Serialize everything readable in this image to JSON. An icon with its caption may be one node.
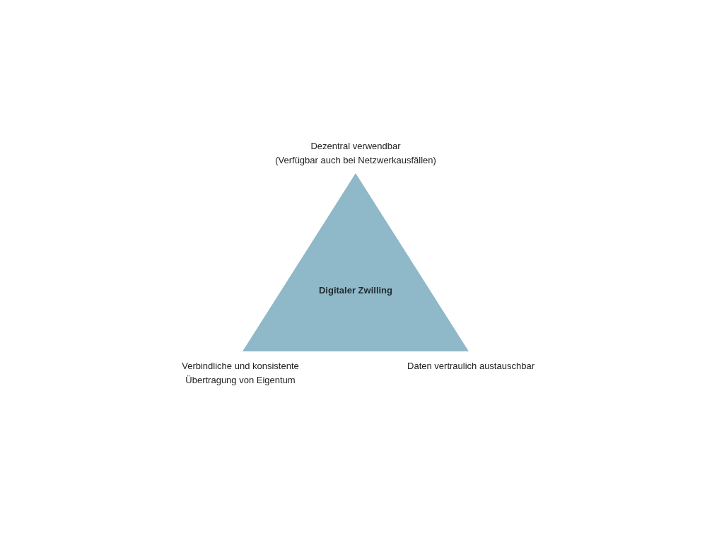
{
  "diagram": {
    "nodes": [
      {
        "text": [
          "Digitaler Zwilling"
        ]
      }
    ],
    "labels": [
      "Dezentral verwendbar",
      "(Verfügbar auch bei Netzwerkausfällen)",
      "Verbindliche und konsistente Übertragung von Eigentum",
      "Daten vertraulich austauschbar"
    ]
  }
}
